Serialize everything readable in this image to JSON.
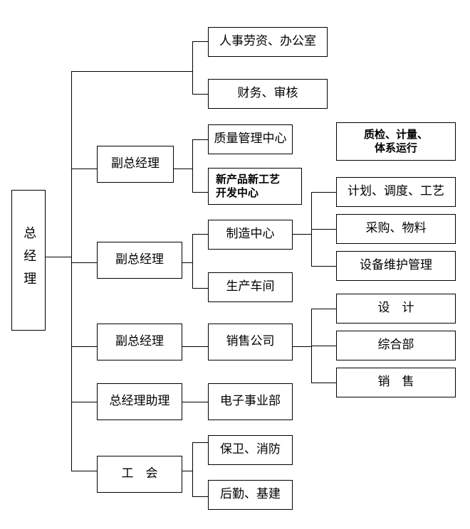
{
  "gm": "总经理",
  "level1": {
    "deputy1": "副总经理",
    "deputy2": "副总经理",
    "deputy3": "副总经理",
    "assistant": "总经理助理",
    "union": "工　会"
  },
  "top": {
    "hr": "人事劳资、办公室",
    "finance": "财务、审核"
  },
  "deputy1_units": {
    "quality": "质量管理中心",
    "newproduct": "新产品新工艺\n开发中心",
    "quality_note": "质检、计量、\n体系运行"
  },
  "deputy2_units": {
    "manufacturing": "制造中心",
    "workshop": "生产车间",
    "planning": "计划、调度、工艺",
    "purchasing": "采购、物料",
    "equipment": "设备维护管理"
  },
  "deputy3_units": {
    "sales_company": "销售公司",
    "design": "设　计",
    "general": "综合部",
    "sales": "销　售"
  },
  "assistant_units": {
    "electronics": "电子事业部"
  },
  "union_units": {
    "security": "保卫、消防",
    "logistics": "后勤、基建"
  }
}
